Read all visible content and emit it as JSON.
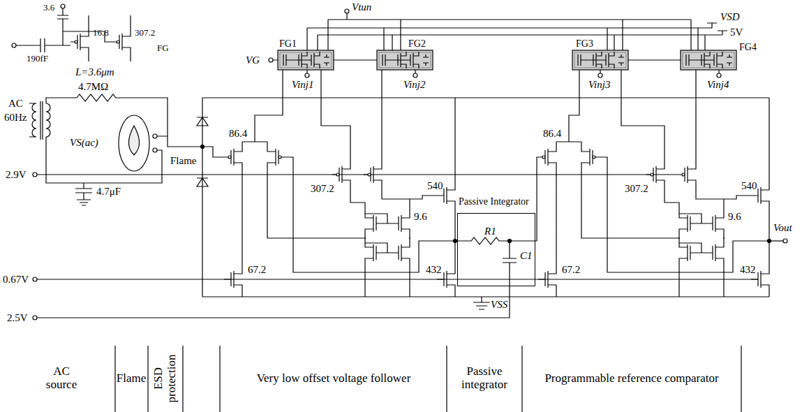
{
  "diagram": {
    "nodes": [
      {
        "text": [
          "FG1"
        ]
      },
      {
        "text": [
          "FG2"
        ]
      },
      {
        "text": [
          "FG3"
        ]
      },
      {
        "text": [
          "FG4"
        ]
      },
      {
        "text": [
          "Passive Integrator",
          "R1",
          "C1"
        ]
      }
    ],
    "edges": [
      {
        "from": 0,
        "to": 1,
        "arrow": "none"
      },
      {
        "from": 2,
        "to": 3,
        "arrow": "none"
      }
    ],
    "labels": [
      "Vtun",
      "VSD",
      "5V",
      "VG",
      "Vinj1",
      "Vinj2",
      "Vinj3",
      "Vinj4",
      "3.6",
      "16.8",
      "307.2",
      "190fF",
      "FG",
      "L=3.6μm",
      "AC",
      "60Hz",
      "4.7MΩ",
      "VS(ac)",
      "Flame",
      "4.7μF",
      "2.9V",
      "307.2",
      "86.4",
      "9.6",
      "540",
      "0.67V",
      "67.2",
      "432",
      "2.5V",
      "VSS",
      "86.4",
      "307.2",
      "9.6",
      "540",
      "67.2",
      "432",
      "Vout",
      "AC source",
      "Flame",
      "ESD protection",
      "Very low offset voltage follower",
      "Passive integrator",
      "Programmable reference comparator"
    ]
  }
}
